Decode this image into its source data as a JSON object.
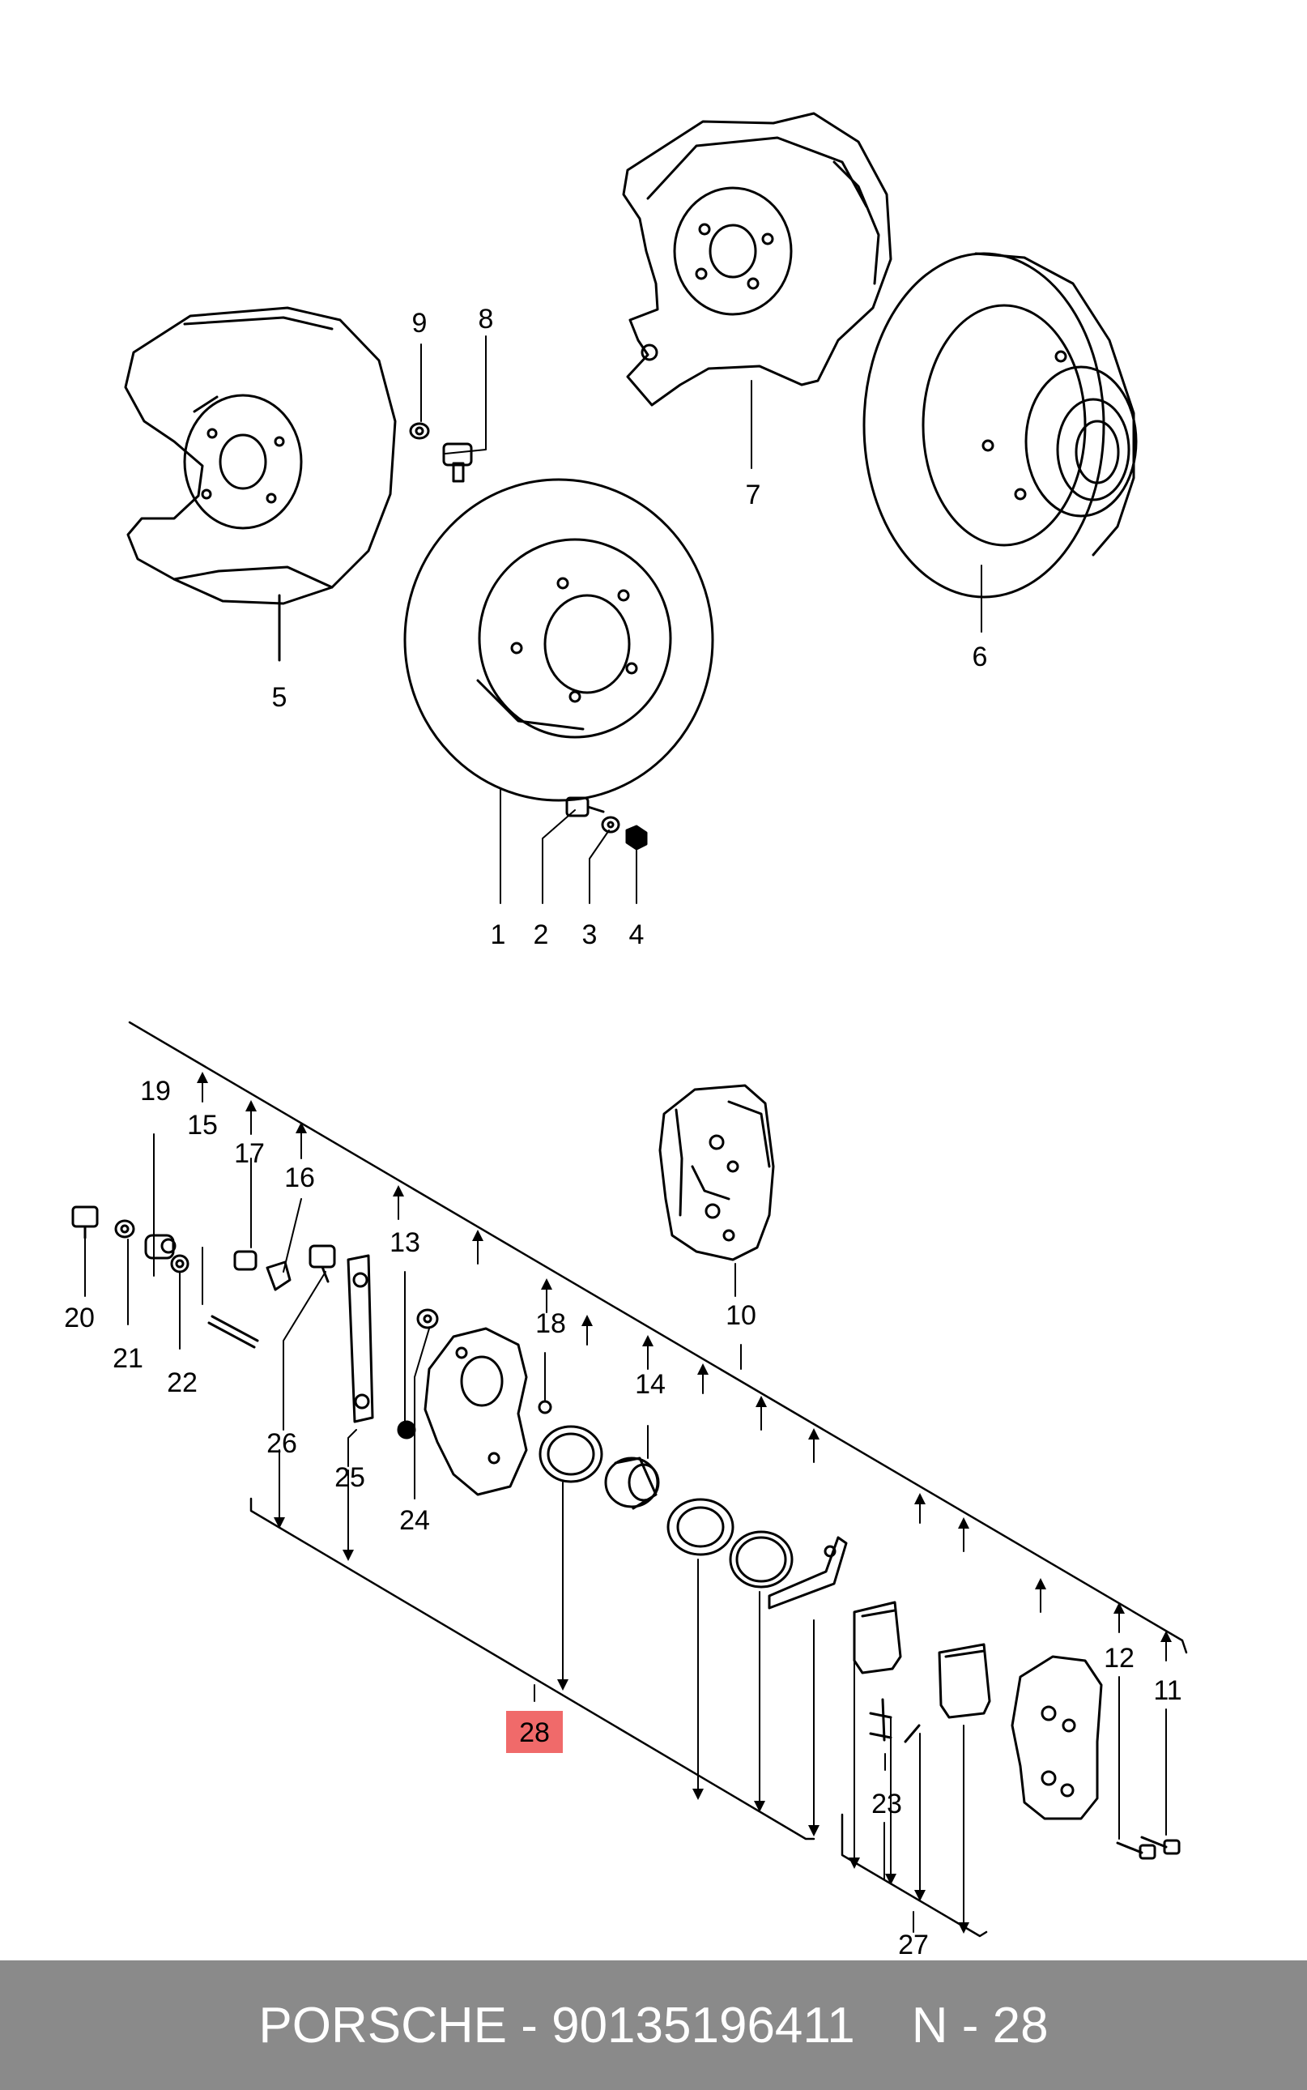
{
  "callouts": [
    "1",
    "2",
    "3",
    "4",
    "5",
    "6",
    "7",
    "8",
    "9",
    "10",
    "11",
    "12",
    "13",
    "14",
    "15",
    "16",
    "17",
    "18",
    "19",
    "20",
    "21",
    "22",
    "23",
    "24",
    "25",
    "26",
    "27"
  ],
  "highlight_callout": "28",
  "colors": {
    "highlight_bg": "#f06a6a",
    "footer_bg": "#8a8a8a",
    "footer_text": "#ffffff",
    "ink": "#000000"
  },
  "footer": {
    "brand_part": "PORSCHE - 90135196411",
    "page_ref": "N - 28"
  }
}
